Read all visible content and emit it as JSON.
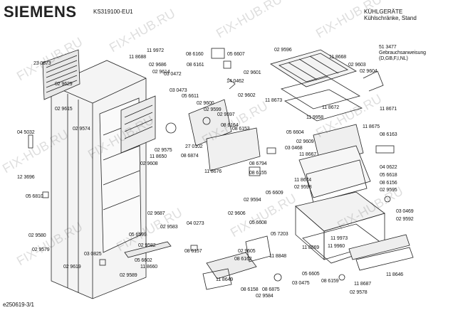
{
  "header": {
    "brand": "SIEMENS",
    "model": "KS319100-EU1",
    "category_line1": "KÜHLGERÄTE",
    "category_line2": "Kühlschränke, Stand"
  },
  "manual": {
    "part": "51 3477",
    "line1": "Gebrauchsanweisung",
    "line2": "(D,GB,F,I,NL)"
  },
  "footer_code": "e250619-3/1",
  "watermark": "FIX-HUB.RU",
  "labels": [
    "23 0873",
    "11 8688",
    "11 9972",
    "08 6160",
    "05 6607",
    "02 9596",
    "11 8668",
    "02 9603",
    "02 9604",
    "02 9629",
    "02 9686",
    "02 9614",
    "08 6161",
    "03 0472",
    "02 9601",
    "14 0462",
    "02 9602",
    "02 9615",
    "03 0473",
    "05 6611",
    "02 9600",
    "02 9599",
    "02 9597",
    "11 8673",
    "11 8672",
    "11 8671",
    "02 9574",
    "04 5032",
    "08 6164",
    "08 6153",
    "05 6604",
    "11 9958",
    "02 9609",
    "11 8675",
    "08 6163",
    "02 9575",
    "11 8650",
    "08 6874",
    "27 0102",
    "11 8667",
    "03 0468",
    "12 3696",
    "02 9608",
    "11 8676",
    "08 6794",
    "08 6155",
    "11 8674",
    "04 0622",
    "05 6618",
    "08 6156",
    "02 9595",
    "05 6810",
    "05 6609",
    "02 9598",
    "02 9594",
    "02 9687",
    "02 9606",
    "04 0273",
    "05 6608",
    "05 6599",
    "02 9583",
    "02 9580",
    "02 9582",
    "08 6157",
    "02 9605",
    "05 7203",
    "03 0469",
    "02 9592",
    "02 9579",
    "03 0825",
    "05 6602",
    "11 8848",
    "11 8869",
    "11 9973",
    "11 9960",
    "02 9619",
    "11 8660",
    "02 9589",
    "08 6162",
    "11 8649",
    "05 6605",
    "08 6159",
    "11 8646",
    "11 8687",
    "02 9578",
    "08 6158",
    "08 6875",
    "03 0475",
    "02 9584"
  ]
}
